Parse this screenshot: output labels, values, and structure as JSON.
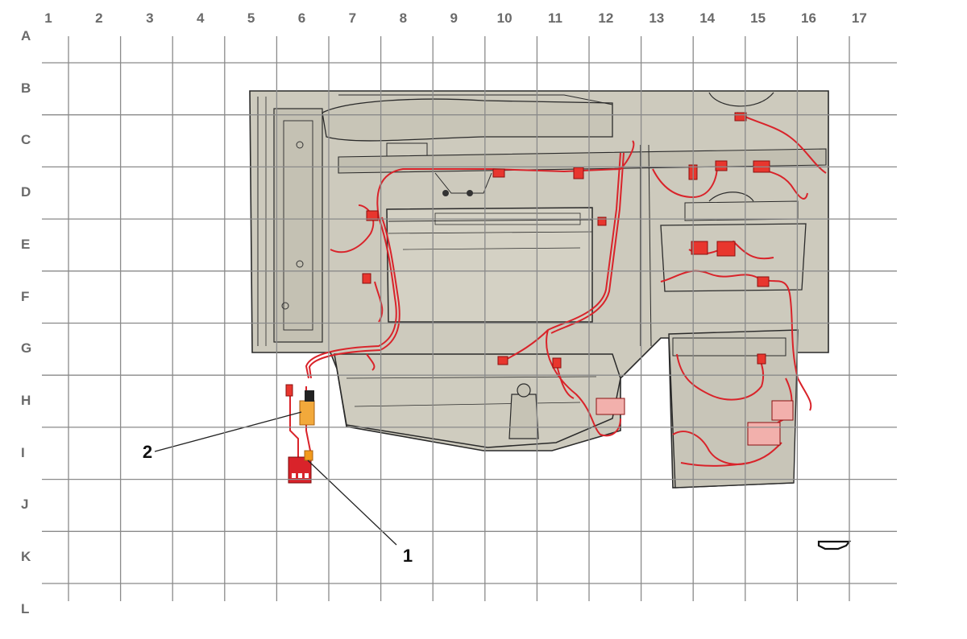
{
  "grid": {
    "columns": [
      "1",
      "2",
      "3",
      "4",
      "5",
      "6",
      "7",
      "8",
      "9",
      "10",
      "11",
      "12",
      "13",
      "14",
      "15",
      "16",
      "17"
    ],
    "rows": [
      "A",
      "B",
      "C",
      "D",
      "E",
      "F",
      "G",
      "H",
      "I",
      "J",
      "K",
      "L"
    ]
  },
  "callouts": [
    {
      "label": "1"
    },
    {
      "label": "2"
    }
  ],
  "colors": {
    "grid_line": "#8a8a8a",
    "panel_fill": "#cdcabd",
    "outline": "#2a2a2a",
    "harness": "#d9232a",
    "connector_highlight": "#f29a1c"
  }
}
